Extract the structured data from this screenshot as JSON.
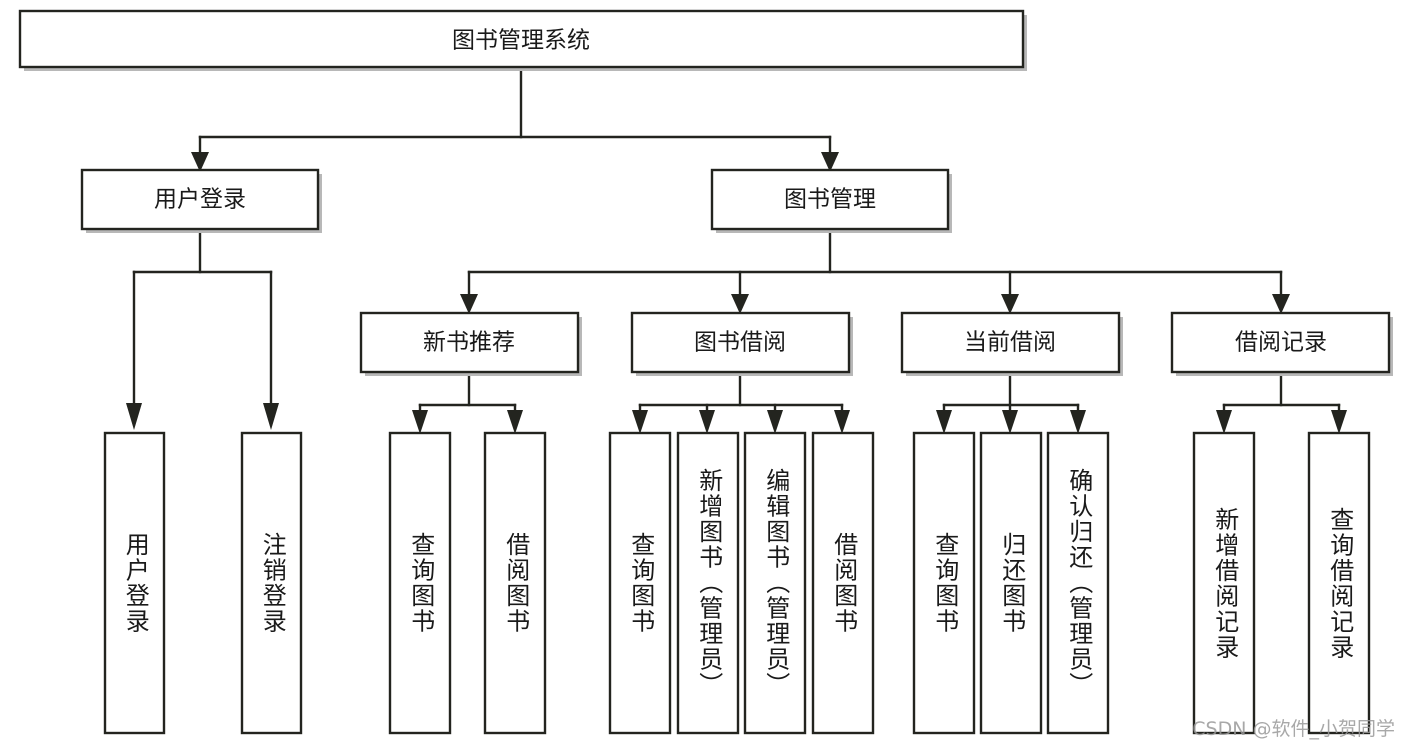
{
  "diagram": {
    "type": "tree-hierarchy",
    "title": "图书管理系统",
    "orientation": "top-down",
    "colors": {
      "box_fill": "#ffffff",
      "box_stroke": "#23241f",
      "text": "#1a1a1a",
      "watermark": "#9a9a9a"
    },
    "levels": {
      "root": {
        "label": "图书管理系统"
      },
      "level2": [
        {
          "id": "user-login",
          "label": "用户登录"
        },
        {
          "id": "book-management",
          "label": "图书管理"
        }
      ],
      "level3": [
        {
          "id": "new-book-recommend",
          "label": "新书推荐",
          "parent": "book-management"
        },
        {
          "id": "book-borrow",
          "label": "图书借阅",
          "parent": "book-management"
        },
        {
          "id": "current-borrow",
          "label": "当前借阅",
          "parent": "book-management"
        },
        {
          "id": "borrow-record",
          "label": "借阅记录",
          "parent": "book-management"
        }
      ],
      "leaves": [
        {
          "id": "leaf-user-login",
          "label": "用户登录",
          "parent": "user-login"
        },
        {
          "id": "leaf-logout-login",
          "label": "注销登录",
          "parent": "user-login"
        },
        {
          "id": "leaf-query-book-1",
          "label": "查询图书",
          "parent": "new-book-recommend"
        },
        {
          "id": "leaf-borrow-book-1",
          "label": "借阅图书",
          "parent": "new-book-recommend"
        },
        {
          "id": "leaf-query-book-2",
          "label": "查询图书",
          "parent": "book-borrow"
        },
        {
          "id": "leaf-add-book",
          "label": "新增图书（管理员）",
          "parent": "book-borrow"
        },
        {
          "id": "leaf-edit-book",
          "label": "编辑图书（管理员）",
          "parent": "book-borrow"
        },
        {
          "id": "leaf-borrow-book-2",
          "label": "借阅图书",
          "parent": "book-borrow"
        },
        {
          "id": "leaf-query-book-3",
          "label": "查询图书",
          "parent": "current-borrow"
        },
        {
          "id": "leaf-return-book",
          "label": "归还图书",
          "parent": "current-borrow"
        },
        {
          "id": "leaf-confirm-return",
          "label": "确认归还（管理员）",
          "parent": "current-borrow"
        },
        {
          "id": "leaf-add-record",
          "label": "新增借阅记录",
          "parent": "borrow-record"
        },
        {
          "id": "leaf-query-record",
          "label": "查询借阅记录",
          "parent": "borrow-record"
        }
      ]
    }
  },
  "watermark": {
    "text": "CSDN @软件_小贺同学"
  }
}
